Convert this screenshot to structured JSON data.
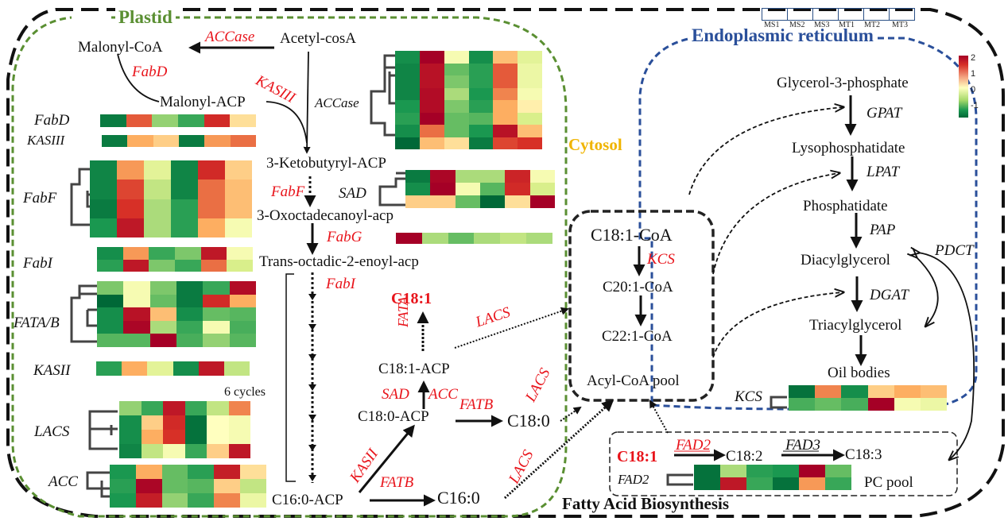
{
  "compartments": {
    "plastid": "Plastid",
    "cytosol": "Cytosol",
    "er": "Endoplasmic reticulum",
    "overall": "Fatty Acid Biosynthesis",
    "acyl_pool": "Acyl-CoA pool",
    "pc_pool": "PC pool"
  },
  "colors": {
    "plastid": "#5a8f32",
    "er": "#2a4f9a",
    "cytosol": "#f0b400",
    "enzyme": "#e8141b",
    "high": "#a50026",
    "low": "#006837"
  },
  "sample_legend": [
    "MS1",
    "MS2",
    "MS3",
    "MT1",
    "MT2",
    "MT3"
  ],
  "colorbar": {
    "ticks": [
      "2",
      "1",
      "0",
      "-1"
    ],
    "min": -1.5,
    "max": 2.3
  },
  "metabolites": {
    "malonyl_coa": "Malonyl-CoA",
    "acetyl_coa": "Acetyl-cosA",
    "malonyl_acp": "Malonyl-ACP",
    "ketobutyryl": "3-Ketobutyryl-ACP",
    "oxoctadecanoyl": "3-Oxoctadecanoyl-acp",
    "trans_octadic": "Trans-octadic-2-enoyl-acp",
    "c18_1_free": "C18:1",
    "c18_1_acp": "C18:1-ACP",
    "c18_0_acp": "C18:0-ACP",
    "c18_0": "C18:0",
    "c16_0_acp": "C16:0-ACP",
    "c16_0": "C16:0",
    "six_cycles": "6 cycles",
    "c18_1_coa": "C18:1-CoA",
    "c20_1_coa": "C20:1-CoA",
    "c22_1_coa": "C22:1-CoA",
    "g3p": "Glycerol-3-phosphate",
    "lysoph": "Lysophosphatidate",
    "phosph": "Phosphatidate",
    "dag": "Diacylglycerol",
    "tag": "Triacylglycerol",
    "oil": "Oil bodies",
    "pc_c18_1": "C18:1",
    "pc_c18_2": "C18:2",
    "pc_c18_3": "C18:3"
  },
  "enzymes": {
    "accase": "ACCase",
    "fabd": "FabD",
    "kasiii": "KASIII",
    "fabf": "FabF",
    "fabg": "FabG",
    "fabi": "FabI",
    "fata": "FATA",
    "lacs1": "LACS",
    "lacs2": "LACS",
    "lacs3": "LACS",
    "sad": "SAD",
    "acc": "ACC",
    "fatb1": "FATB",
    "fatb2": "FATB",
    "kasii": "KASII",
    "kcs": "KCS",
    "gpat": "GPAT",
    "lpat": "LPAT",
    "pap": "PAP",
    "pdct": "PDCT",
    "dgat": "DGAT",
    "fad2": "FAD2",
    "fad3": "FAD3"
  },
  "heatmaps": [
    {
      "gene": "ACCase",
      "rows": [
        [
          -1.1,
          2.3,
          0.3,
          -1.1,
          0.8,
          0.1
        ],
        [
          -1.2,
          2.0,
          -0.5,
          -0.9,
          1.3,
          0.2
        ],
        [
          -1.2,
          2.0,
          -0.4,
          -0.9,
          1.3,
          0.2
        ],
        [
          -1.2,
          2.1,
          -0.2,
          -1.0,
          1.1,
          0.3
        ],
        [
          -1.0,
          2.1,
          -0.4,
          -0.9,
          0.9,
          0.5
        ],
        [
          -0.9,
          2.3,
          -0.5,
          -0.6,
          0.9,
          0.0
        ],
        [
          -1.1,
          1.2,
          -0.5,
          -1.0,
          2.0,
          0.8
        ],
        [
          -1.5,
          0.8,
          0.6,
          -1.3,
          1.4,
          1.5
        ]
      ]
    },
    {
      "gene": "FabD",
      "rows": [
        [
          -1.3,
          1.3,
          -0.3,
          -0.8,
          1.6,
          0.6
        ]
      ]
    },
    {
      "gene": "KASIII",
      "rows": [
        [
          -1.3,
          0.9,
          0.7,
          -1.3,
          1.0,
          1.2
        ]
      ]
    },
    {
      "gene": "FabF",
      "rows": [
        [
          -1.2,
          1.0,
          0.1,
          -1.2,
          1.6,
          0.7
        ],
        [
          -1.2,
          1.4,
          -0.1,
          -1.2,
          1.2,
          0.8
        ],
        [
          -1.3,
          1.5,
          -0.2,
          -0.9,
          1.2,
          0.8
        ],
        [
          -1.0,
          1.9,
          -0.2,
          -0.9,
          0.9,
          0.3
        ]
      ]
    },
    {
      "gene": "SAD",
      "rows": [
        [
          -1.3,
          2.2,
          -0.2,
          -0.2,
          1.7,
          0.3
        ],
        [
          -1.1,
          2.3,
          0.3,
          -0.6,
          1.6,
          0.0
        ],
        [
          0.7,
          0.7,
          -0.5,
          -1.5,
          0.6,
          2.3
        ]
      ]
    },
    {
      "gene": "FabG",
      "rows": [
        [
          2.3,
          -0.2,
          -0.5,
          -0.2,
          -0.1,
          -0.2
        ]
      ]
    },
    {
      "gene": "FabI",
      "rows": [
        [
          -1.1,
          1.0,
          -0.8,
          -0.4,
          1.9,
          0.3
        ],
        [
          -0.9,
          1.9,
          -0.4,
          -0.8,
          1.2,
          0.0
        ]
      ]
    },
    {
      "gene": "FATA/B",
      "rows": [
        [
          -0.4,
          0.3,
          -0.4,
          -1.3,
          -0.8,
          2.1
        ],
        [
          -1.5,
          0.3,
          -0.5,
          -1.3,
          1.6,
          0.9
        ],
        [
          -1.1,
          2.0,
          0.8,
          -1.1,
          -0.5,
          -0.6
        ],
        [
          -1.1,
          2.2,
          -0.2,
          -0.8,
          0.3,
          -0.7
        ],
        [
          -0.6,
          -0.6,
          2.3,
          -0.7,
          -0.3,
          -0.6
        ]
      ]
    },
    {
      "gene": "KASII",
      "rows": [
        [
          -0.9,
          0.9,
          0.1,
          -1.1,
          1.9,
          -0.1
        ]
      ]
    },
    {
      "gene": "LACS",
      "rows": [
        [
          -0.3,
          -0.8,
          1.9,
          -0.8,
          -0.1,
          1.1
        ],
        [
          -1.1,
          0.7,
          1.6,
          -1.4,
          0.4,
          0.3
        ],
        [
          -1.1,
          0.9,
          1.5,
          -1.4,
          0.4,
          0.3
        ],
        [
          -1.2,
          -0.1,
          0.3,
          -0.8,
          0.7,
          1.9
        ]
      ]
    },
    {
      "gene": "ACC",
      "rows": [
        [
          -1.0,
          0.9,
          -0.5,
          -0.9,
          1.8,
          0.6
        ],
        [
          -0.9,
          2.2,
          -0.5,
          -0.6,
          0.7,
          -0.1
        ],
        [
          -1.0,
          1.8,
          -0.3,
          -0.8,
          1.1,
          0.2
        ]
      ]
    },
    {
      "gene": "KCS",
      "rows": [
        [
          -1.4,
          1.1,
          -1.1,
          0.7,
          0.9,
          0.8
        ],
        [
          -0.7,
          -0.5,
          -0.7,
          2.3,
          0.3,
          0.2
        ]
      ]
    },
    {
      "gene": "FAD2",
      "rows": [
        [
          -1.4,
          -0.2,
          -0.9,
          -1.0,
          2.3,
          -0.5
        ],
        [
          -1.4,
          1.9,
          -0.8,
          -1.4,
          1.0,
          -0.8
        ]
      ]
    }
  ],
  "gene_labels": {
    "fabd": "FabD",
    "kasiii": "KASIII",
    "fabf": "FabF",
    "fabi": "FabI",
    "fatab": "FATA/B",
    "kasii": "KASII",
    "lacs": "LACS",
    "acc": "ACC",
    "accase": "ACCase",
    "sad": "SAD",
    "kcs": "KCS",
    "fad2": "FAD2"
  }
}
